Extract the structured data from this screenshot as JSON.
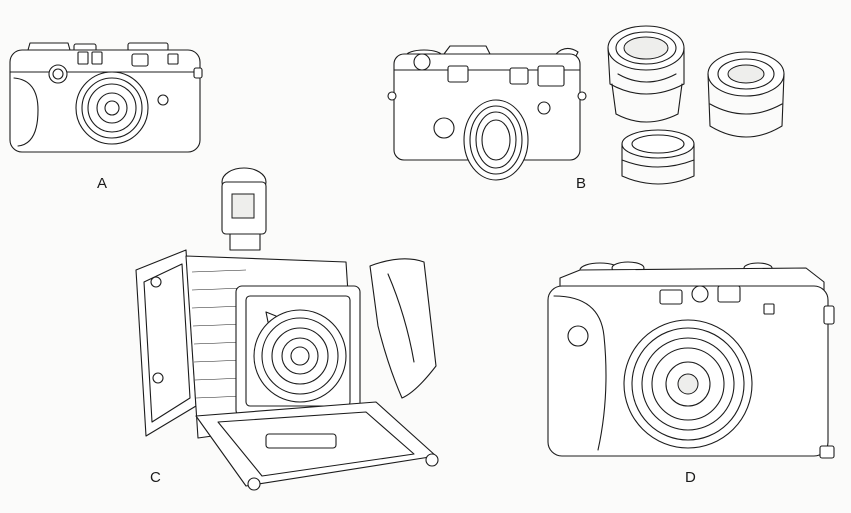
{
  "labels": {
    "a": "A",
    "b": "B",
    "c": "C",
    "d": "D"
  },
  "colors": {
    "background": "#fbfbfa",
    "ink": "#1c1c1c"
  }
}
